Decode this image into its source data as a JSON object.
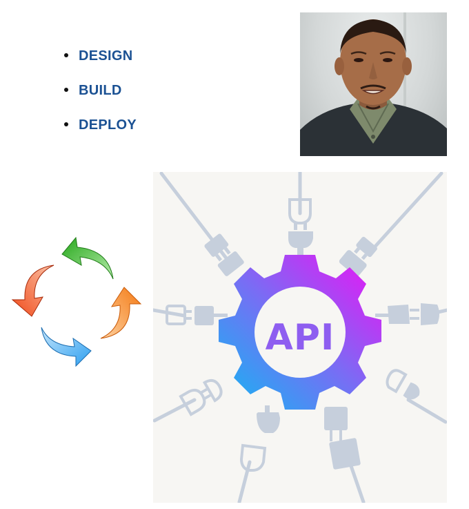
{
  "bullets": {
    "items": [
      {
        "label": "DESIGN"
      },
      {
        "label": "BUILD"
      },
      {
        "label": "DEPLOY"
      }
    ],
    "text_color": "#1b5193"
  },
  "profile_photo": {
    "subject": "portrait of a man in a dark suit jacket and olive shirt"
  },
  "cycle_graphic": {
    "arrows": [
      {
        "color": "#34b227",
        "direction": "green-top"
      },
      {
        "color": "#f47a14",
        "direction": "orange-right"
      },
      {
        "color": "#2d9ff0",
        "direction": "blue-bottom"
      },
      {
        "color": "#f04a1a",
        "direction": "red-left"
      }
    ]
  },
  "api_graphic": {
    "label": "API",
    "gear_gradient": [
      "#0fb9f2",
      "#7a6cf4",
      "#f10ff5"
    ],
    "plug_color": "#c6cfdc",
    "background": "#f7f6f3"
  }
}
